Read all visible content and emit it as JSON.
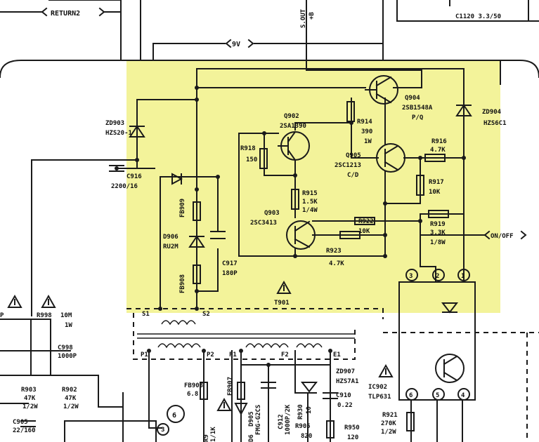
{
  "colors": {
    "highlight": "#f3f39a",
    "ink": "#1a1a1a",
    "paper": "#ffffff"
  },
  "nets": {
    "return2": "RETURN2",
    "v9": "9V",
    "s_out_1": "S.OUT",
    "s_out_2": "+B",
    "on_off": "ON/OFF"
  },
  "top": {
    "c1120": "C1120 3.3/50"
  },
  "components": {
    "zd903": [
      "ZD903",
      "HZS20-1"
    ],
    "c916": [
      "C916",
      "2200/16"
    ],
    "d906": [
      "D906",
      "RU2M"
    ],
    "fb909": "FB909",
    "fb908": "FB908",
    "c917": [
      "C917",
      "180P"
    ],
    "q902": [
      "Q902",
      "2SA1390"
    ],
    "r918": [
      "R918",
      "150"
    ],
    "r915": [
      "R915",
      "1.5K",
      "1/4W"
    ],
    "q903": [
      "Q903",
      "2SC3413"
    ],
    "r922": [
      "R922",
      "10K"
    ],
    "r923": [
      "R923",
      "4.7K"
    ],
    "q904": [
      "Q904",
      "2SB1548A",
      "P/Q"
    ],
    "r914": [
      "R914",
      "390",
      "1W"
    ],
    "q905": [
      "Q905",
      "2SC1213",
      "C/D"
    ],
    "zd904": [
      "ZD904",
      "HZS6C1"
    ],
    "r916": [
      "R916",
      "4.7K"
    ],
    "r917": [
      "R917",
      "10K"
    ],
    "r919": [
      "R919",
      "3.3K",
      "1/8W"
    ],
    "t901": "T901",
    "ic902": [
      "IC902",
      "TLP631"
    ],
    "zd907": [
      "ZD907",
      "HZS7A1"
    ],
    "c910": [
      "C910",
      "0.22"
    ],
    "r998": [
      "R998",
      "10M",
      "1W"
    ],
    "c998": [
      "C998",
      "1000P"
    ],
    "r903": [
      "R903",
      "47K",
      "1/2W"
    ],
    "r902": [
      "R902",
      "47K",
      "1/2W"
    ],
    "c905": [
      "C905",
      "22/160"
    ],
    "fb903": [
      "FB903",
      "6.8"
    ],
    "fb907": "FB907",
    "d905": [
      "D905",
      "FMG-G2CS"
    ],
    "c912": [
      "C912",
      "1000P/2K"
    ],
    "r930": [
      "R930",
      "10"
    ],
    "r905": [
      "R905",
      "820"
    ],
    "r950": [
      "R950",
      "120"
    ],
    "r921": [
      "R921",
      "270K",
      "1/2W"
    ]
  },
  "fragments": {
    "r998_left": "10M",
    "left_p": "P",
    "ref_6": "6",
    "ref_3": "3",
    "pin_s1": "S1",
    "pin_s2": "S2",
    "pin_p1": "P1",
    "pin_p2": "P2",
    "pin_f1": "F1",
    "pin_f2": "F2",
    "pin_e1": "E1",
    "opto_pins_top": [
      "3",
      "2",
      "1"
    ],
    "opto_pins_bot": [
      "6",
      "5",
      "4"
    ],
    "r_frag_a": "R9",
    "r_frag_b": "1/1K",
    "d906_frag": "D6"
  }
}
